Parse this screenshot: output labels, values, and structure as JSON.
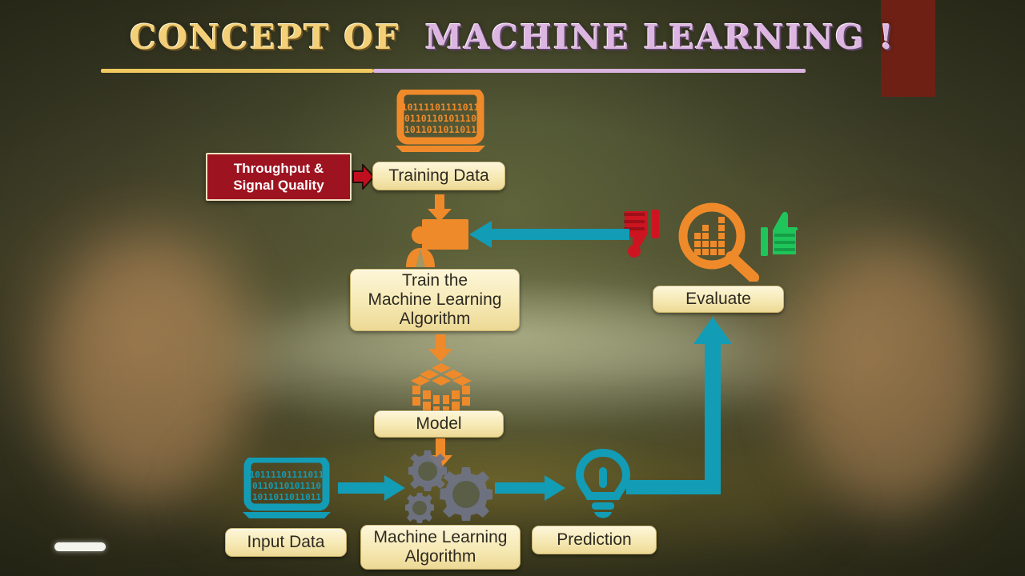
{
  "title": {
    "part1": "CONCEPT OF",
    "part2": "MACHINE LEARNING !",
    "colors": {
      "gold": "#f3cf78",
      "lavender": "#dcb6e0"
    }
  },
  "colors": {
    "orange": "#ef8a2b",
    "teal": "#139cb5",
    "red": "#9e1320",
    "green": "#1fc55a",
    "thumbs_down_red": "#cc1520",
    "box_fill": "#f6e9b4",
    "gear_gray": "#6f7487",
    "corner_red": "#6e2014"
  },
  "callout": {
    "line1": "Throughput &",
    "line2": "Signal Quality",
    "arrow_icon": "right-arrow-icon"
  },
  "nodes": {
    "training_data": {
      "label": "Training Data",
      "icon": "laptop-binary-icon"
    },
    "train_algorithm": {
      "line1": "Train the",
      "line2": "Machine Learning",
      "line3": "Algorithm",
      "icon": "trainer-presentation-icon"
    },
    "model": {
      "label": "Model",
      "icon": "cube-icon"
    },
    "evaluate": {
      "label": "Evaluate",
      "icon": "magnifier-chart-icon"
    },
    "input_data": {
      "label": "Input Data",
      "icon": "laptop-binary-icon"
    },
    "ml_algorithm": {
      "line1": "Machine Learning",
      "line2": "Algorithm",
      "icon": "gears-icon"
    },
    "prediction": {
      "label": "Prediction",
      "icon": "lightbulb-icon"
    }
  },
  "binary": {
    "row1": "10111101111011",
    "row2": "01101101011 10",
    "row3": "1011011011011"
  },
  "evaluate_icons": {
    "thumbs_down": "thumbs-down-icon",
    "magnifier": "magnifier-chart-icon",
    "thumbs_up": "thumbs-up-icon"
  },
  "arrows": {
    "a_data_to_train": "down-arrow-icon",
    "a_train_to_model": "down-arrow-icon",
    "a_model_to_cube": "down-arrow-icon",
    "a_cube_to_gears": "down-arrow-icon",
    "a_input_to_gears": "right-arrow-icon",
    "a_gears_to_prediction": "right-arrow-icon",
    "a_prediction_to_evaluate": "up-arrow-icon",
    "a_evaluate_to_train": "left-arrow-icon"
  },
  "overlay": {
    "progress_bar": "video-progress-bar",
    "corner_block": "red-corner-block"
  }
}
